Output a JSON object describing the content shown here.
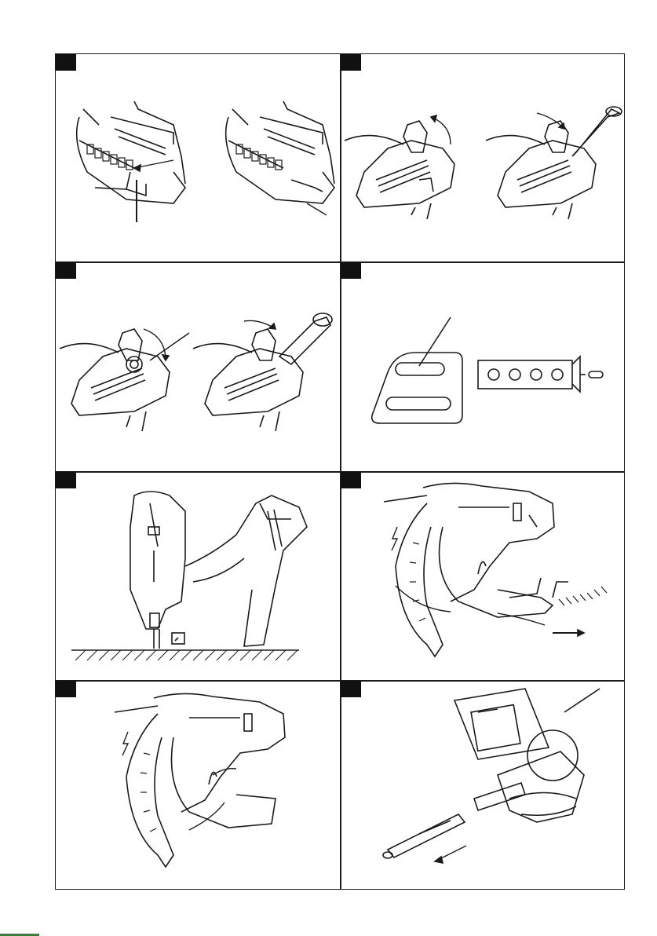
{
  "panels": [
    {
      "id": "p1",
      "number": ""
    },
    {
      "id": "p2",
      "number": ""
    },
    {
      "id": "p3",
      "number": ""
    },
    {
      "id": "p4",
      "number": ""
    },
    {
      "id": "p5",
      "number": ""
    },
    {
      "id": "p6",
      "number": ""
    },
    {
      "id": "p7",
      "number": ""
    },
    {
      "id": "p8",
      "number": ""
    }
  ],
  "colors": {
    "line": "#1a1a1a",
    "badge": "#111111",
    "background": "#ffffff"
  }
}
